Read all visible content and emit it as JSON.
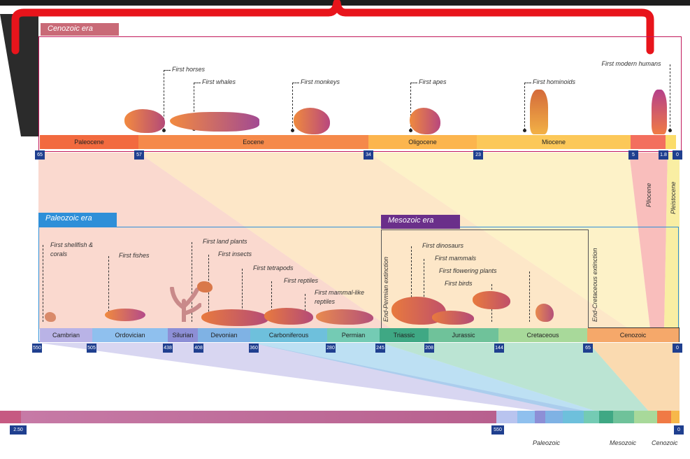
{
  "cenozoic": {
    "tag": "Cenozoic era",
    "epochs": [
      "Paleocene",
      "Eocene",
      "Oligocene",
      "Miocene",
      "Pliocene",
      "Pleistocene"
    ],
    "numbers": [
      "65",
      "57",
      "34",
      "23",
      "5",
      "1.8",
      "0"
    ],
    "events": [
      "First horses",
      "First whales",
      "First monkeys",
      "First apes",
      "First hominoids",
      "First modern humans"
    ]
  },
  "paleozoic": {
    "tag": "Paleozoic era",
    "periods": [
      "Cambrian",
      "Ordovician",
      "Silurian",
      "Devonian",
      "Carboniferous",
      "Permian"
    ],
    "events": [
      "First shellfish & corals",
      "First fishes",
      "First land plants",
      "First insects",
      "First tetrapods",
      "First reptiles",
      "First mammal-like reptiles"
    ]
  },
  "mesozoic": {
    "tag": "Mesozoic era",
    "periods": [
      "Triassic",
      "Jurassic",
      "Cretaceous"
    ],
    "events": [
      "First dinosaurs",
      "First mammals",
      "First flowering plants",
      "First birds"
    ],
    "extinctions": [
      "End-Permian extinction",
      "End-Cretaceous extinction"
    ]
  },
  "cenozoic_bar_label": "Cenozoic",
  "middle_numbers": [
    "550",
    "505",
    "438",
    "408",
    "360",
    "280",
    "245",
    "208",
    "144",
    "65",
    "0"
  ],
  "bottom": {
    "numbers": [
      "2.50",
      "550",
      "0"
    ],
    "labels": [
      "Paleozoic",
      "Mesozoic",
      "Cenozoic"
    ]
  },
  "colors": {
    "annotation": "#e8141b",
    "cenozoic_border": "#c2185b",
    "paleozoic": "#2e8fd8",
    "mesozoic": "#6a2f8a",
    "number_box": "#1f3f8f"
  }
}
